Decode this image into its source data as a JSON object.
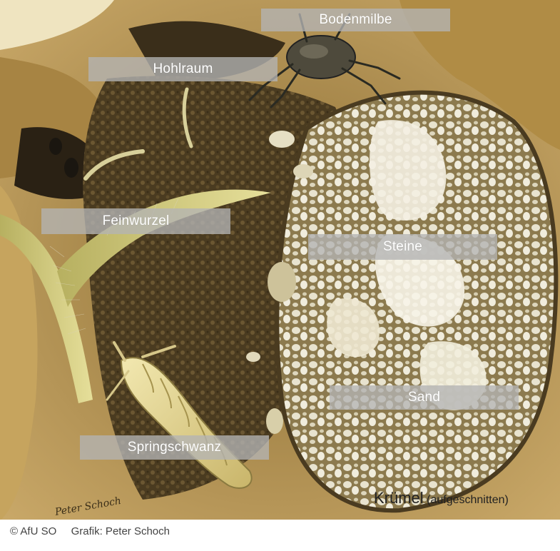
{
  "labels": {
    "bodenmilbe": "Bodenmilbe",
    "hohlraum": "Hohlraum",
    "feinwurzel": "Feinwurzel",
    "steine": "Steine",
    "sand": "Sand",
    "springschwanz": "Springschwanz"
  },
  "caption": {
    "main": "Krümel",
    "sub": "(aufgeschnitten)"
  },
  "credits": {
    "copyright": "© AfU SO",
    "artist": "Grafik: Peter Schoch",
    "signature": "Peter Schoch"
  }
}
